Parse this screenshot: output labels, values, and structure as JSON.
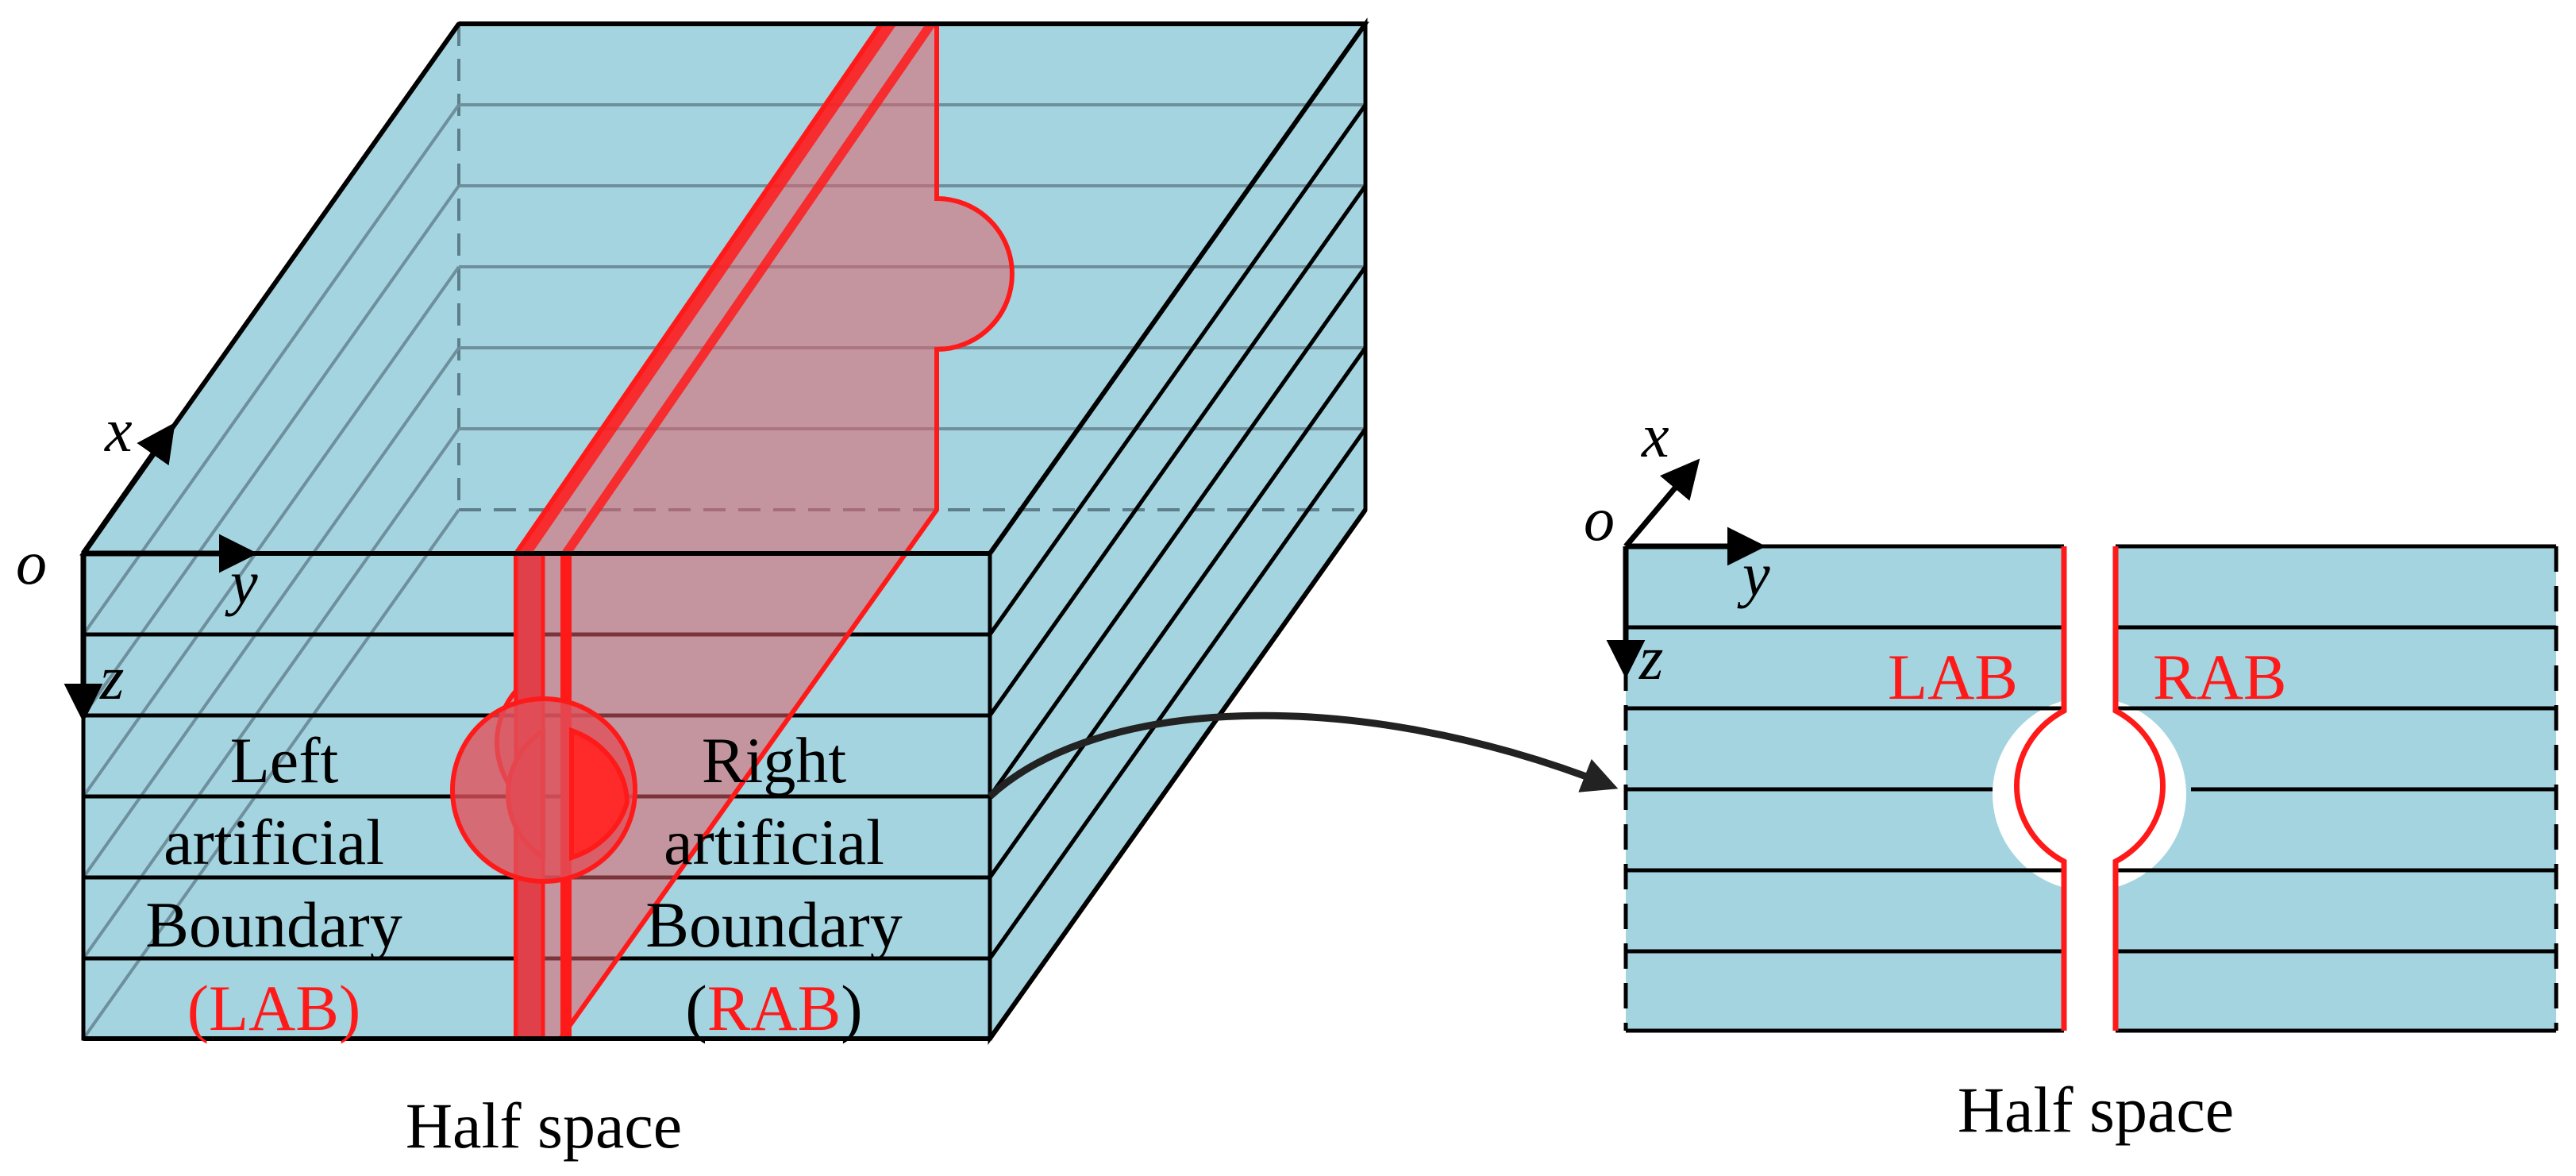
{
  "colors": {
    "fill": "#a3d4e0",
    "line": "#000000",
    "accent": "#ff1a1a",
    "cut_plane": "#e85a64",
    "hole": "#ffffff"
  },
  "left_figure": {
    "axes": {
      "origin": "o",
      "x": "x",
      "y": "y",
      "z": "z"
    },
    "left_boundary": {
      "line1": "Left",
      "line2": "artificial",
      "line3": "Boundary",
      "abbr": "(LAB)"
    },
    "right_boundary": {
      "line1": "Right",
      "line2": "artificial",
      "line3": "Boundary",
      "paren_open": "(",
      "abbr": "RAB",
      "paren_close": ")"
    },
    "caption": "Half space"
  },
  "right_figure": {
    "axes": {
      "origin": "o",
      "x": "x",
      "y": "y",
      "z": "z"
    },
    "lab_label": "LAB",
    "rab_label": "RAB",
    "caption": "Half space"
  },
  "icons": {
    "connector": "curved-arrow-icon"
  }
}
